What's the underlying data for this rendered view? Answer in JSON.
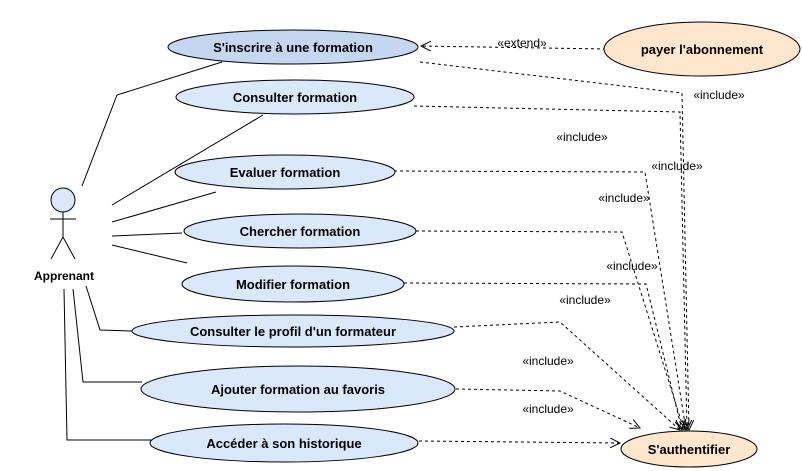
{
  "actor": {
    "name": "Apprenant"
  },
  "use_cases": {
    "inscrire": "S'inscrire à une formation",
    "consulter": "Consulter formation",
    "evaluer": "Evaluer formation",
    "chercher": "Chercher formation",
    "modifier": "Modifier formation",
    "profil": "Consulter le profil d'un formateur",
    "favoris": "Ajouter formation au favoris",
    "historique": "Accéder à  son historique",
    "payer": "payer l'abonnement",
    "authentifier": "S'authentifier"
  },
  "relations": {
    "extend": "«extend»",
    "include": "«include»"
  },
  "colors": {
    "use_case_fill": "#dae8fc",
    "selected_fill": "#c5d6f0",
    "secondary_fill": "#ffe6cc",
    "stroke": "#000000"
  }
}
